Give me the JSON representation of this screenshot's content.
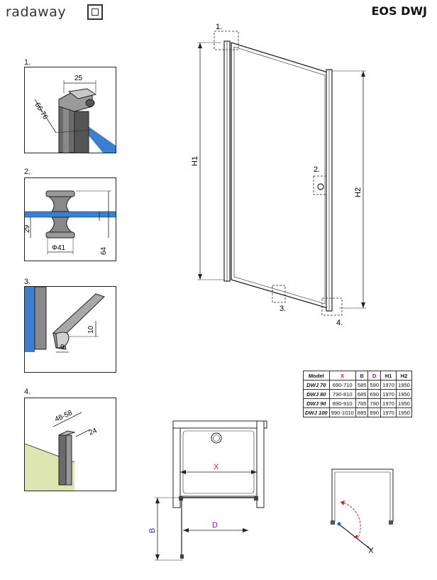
{
  "header": {
    "brand": "radaway",
    "model": "EOS DWJ"
  },
  "details": {
    "d1": {
      "label": "1.",
      "dims": [
        "25",
        "66-76"
      ]
    },
    "d2": {
      "label": "2.",
      "dims": [
        "29",
        "64",
        "Φ41"
      ]
    },
    "d3": {
      "label": "3.",
      "dims": [
        "10",
        "9"
      ]
    },
    "d4": {
      "label": "4.",
      "dims": [
        "48-58",
        "24"
      ]
    }
  },
  "main_drawing": {
    "callouts": [
      "1.",
      "2.",
      "3.",
      "4."
    ],
    "dims": {
      "h1": "H1",
      "h2": "H2"
    }
  },
  "plan": {
    "x": "X",
    "d": "D",
    "b": "B"
  },
  "colors": {
    "x": "#d02020",
    "b": "#2030c0",
    "d": "#7a1a8a",
    "glass": "#3a7fd0",
    "wall": "#dde6b0"
  },
  "table": {
    "headers": [
      "Model",
      "X",
      "B",
      "D",
      "H1",
      "H2"
    ],
    "rows": [
      [
        "DWJ 70",
        "690-710",
        "585",
        "590",
        "1970",
        "1950"
      ],
      [
        "DWJ 80",
        "790-810",
        "685",
        "690",
        "1970",
        "1950"
      ],
      [
        "DWJ 90",
        "890-910",
        "785",
        "790",
        "1970",
        "1950"
      ],
      [
        "DWJ 100",
        "990-1010",
        "885",
        "890",
        "1970",
        "1950"
      ]
    ]
  }
}
